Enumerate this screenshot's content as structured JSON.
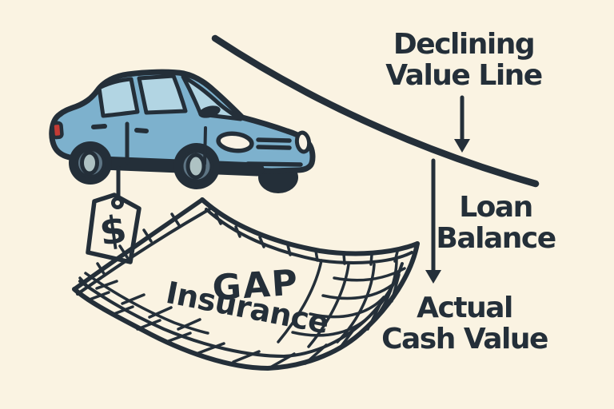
{
  "title": "GAP Insurance concept illustration",
  "colors": {
    "background": "#faf3e2",
    "ink": "#242f39",
    "car_body": "#7db1cd",
    "car_window": "#b2d5e3",
    "wheel_ring": "#5e7584",
    "wheel_hub": "#aec2c3",
    "taillight_red": "#c23b35",
    "light_cream": "#f9f2e4"
  },
  "labels": {
    "declining_value_line": {
      "line1": "Declining",
      "line2": "Value Line"
    },
    "loan_balance": {
      "line1": "Loan",
      "line2": "Balance"
    },
    "actual_cash_value": {
      "line1": "Actual",
      "line2": "Cash Value"
    }
  },
  "net": {
    "label_line1": "GAP",
    "label_line2": "Insurance"
  },
  "price_tag": {
    "symbol": "$"
  }
}
